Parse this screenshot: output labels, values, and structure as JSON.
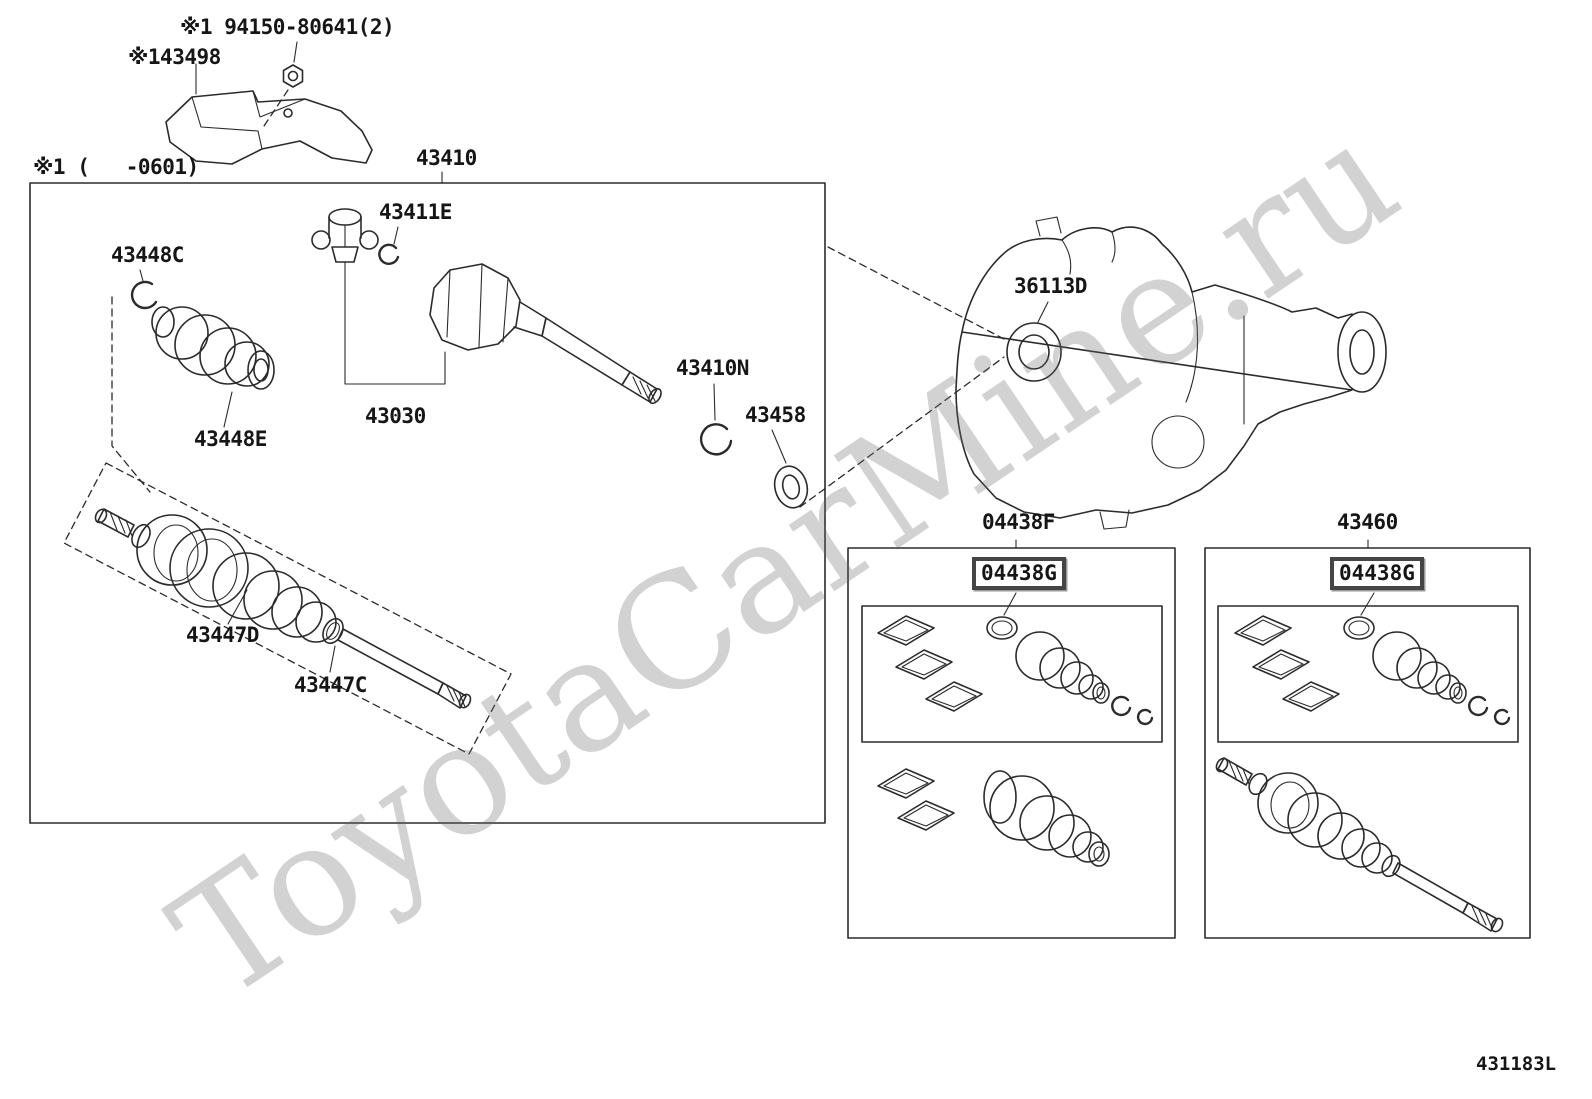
{
  "watermark": "ToyotaCarMine.ru",
  "footer": {
    "diagram_code": "431183L"
  },
  "callouts": {
    "bolt_note": "※1 94150-80641(2)",
    "heat_shield": "※143498",
    "applicability_note": "※1 (   -0601)",
    "shaft_sub_assy_inner": "43410",
    "snap_ring_tripod": "43411E",
    "clamp_inner_small": "43448C",
    "boot_inner": "43448E",
    "joint_assy_inboard": "43030",
    "snap_ring_shaft": "43410N",
    "oil_deflector": "43458",
    "diff_oil_seal": "36113D",
    "boot_kit_inboard": "04438F",
    "boot_kit_inboard_tag": "04438G",
    "shaft_assy_outboard": "43460",
    "boot_kit_outboard_tag": "04438G",
    "joint_assy_outboard": "43447D",
    "clamp_outboard": "43447C"
  }
}
